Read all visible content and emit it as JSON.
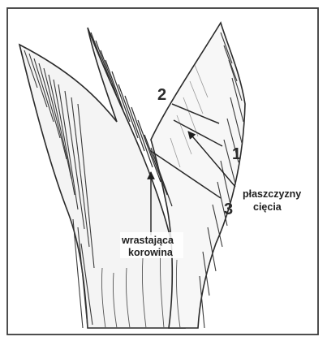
{
  "diagram": {
    "labels": {
      "cut_1": "1",
      "cut_2": "2",
      "cut_3": "3",
      "cut_planes_line1": "płaszczyzny",
      "cut_planes_line2": "cięcia",
      "bark_line1": "wrastająca",
      "bark_line2": "korowina"
    }
  }
}
